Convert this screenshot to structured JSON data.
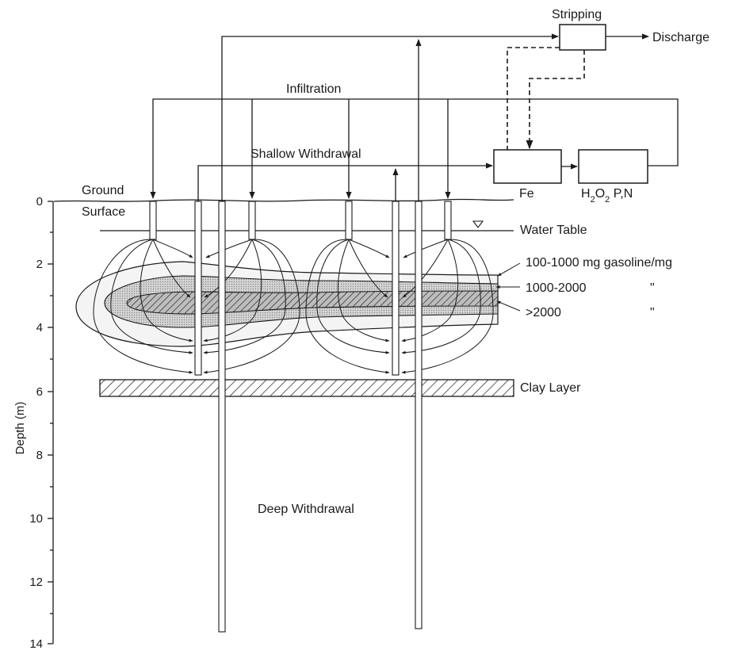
{
  "labels": {
    "stripping": "Stripping",
    "discharge": "Discharge",
    "infiltration": "Infiltration",
    "shallow_withdrawal": "Shallow Withdrawal",
    "ground": "Ground",
    "surface": "Surface",
    "fe": "Fe",
    "nutrients": "H2O2 P,N",
    "water_table": "Water Table",
    "conc_1": "100-1000 mg gasoline/mg",
    "conc_2": "1000-2000",
    "conc_3": ">2000",
    "ditto_2": "\"",
    "ditto_3": "\"",
    "clay_layer": "Clay Layer",
    "deep_withdrawal": "Deep Withdrawal"
  },
  "axis": {
    "title": "Depth (m)",
    "ticks": [
      "0",
      "2",
      "4",
      "6",
      "8",
      "10",
      "12",
      "14"
    ]
  },
  "colors": {
    "line": "#1a1a1a",
    "plume_outer": "#f4f4f4",
    "plume_mid": "#c8c8c8",
    "plume_inner_hatch": "#1a1a1a",
    "clay_hatch": "#1a1a1a"
  }
}
